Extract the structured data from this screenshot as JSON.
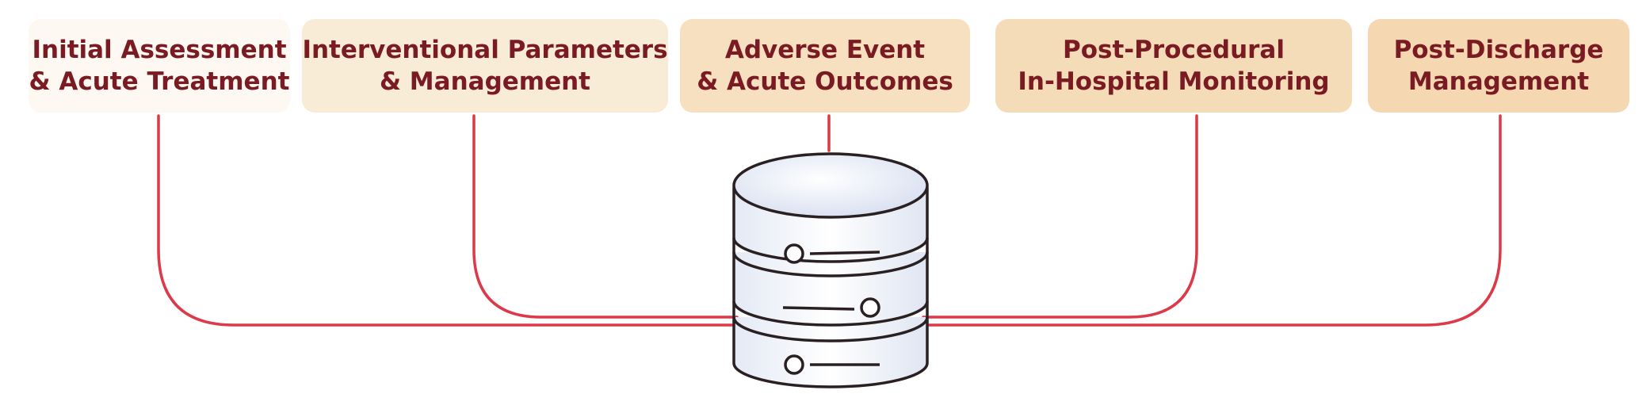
{
  "colors": {
    "connector": "#dc3949",
    "label_text": "#7a1a22",
    "database_outline": "#2a2022"
  },
  "boxes": [
    {
      "line1": "Initial Assessment",
      "line2": "& Acute Treatment"
    },
    {
      "line1": "Interventional Parameters",
      "line2": "& Management"
    },
    {
      "line1": "Adverse Event",
      "line2": "& Acute Outcomes"
    },
    {
      "line1": "Post-Procedural",
      "line2": "In-Hospital Monitoring"
    },
    {
      "line1": "Post-Discharge",
      "line2": "Management"
    }
  ],
  "center_icon": "database-icon"
}
